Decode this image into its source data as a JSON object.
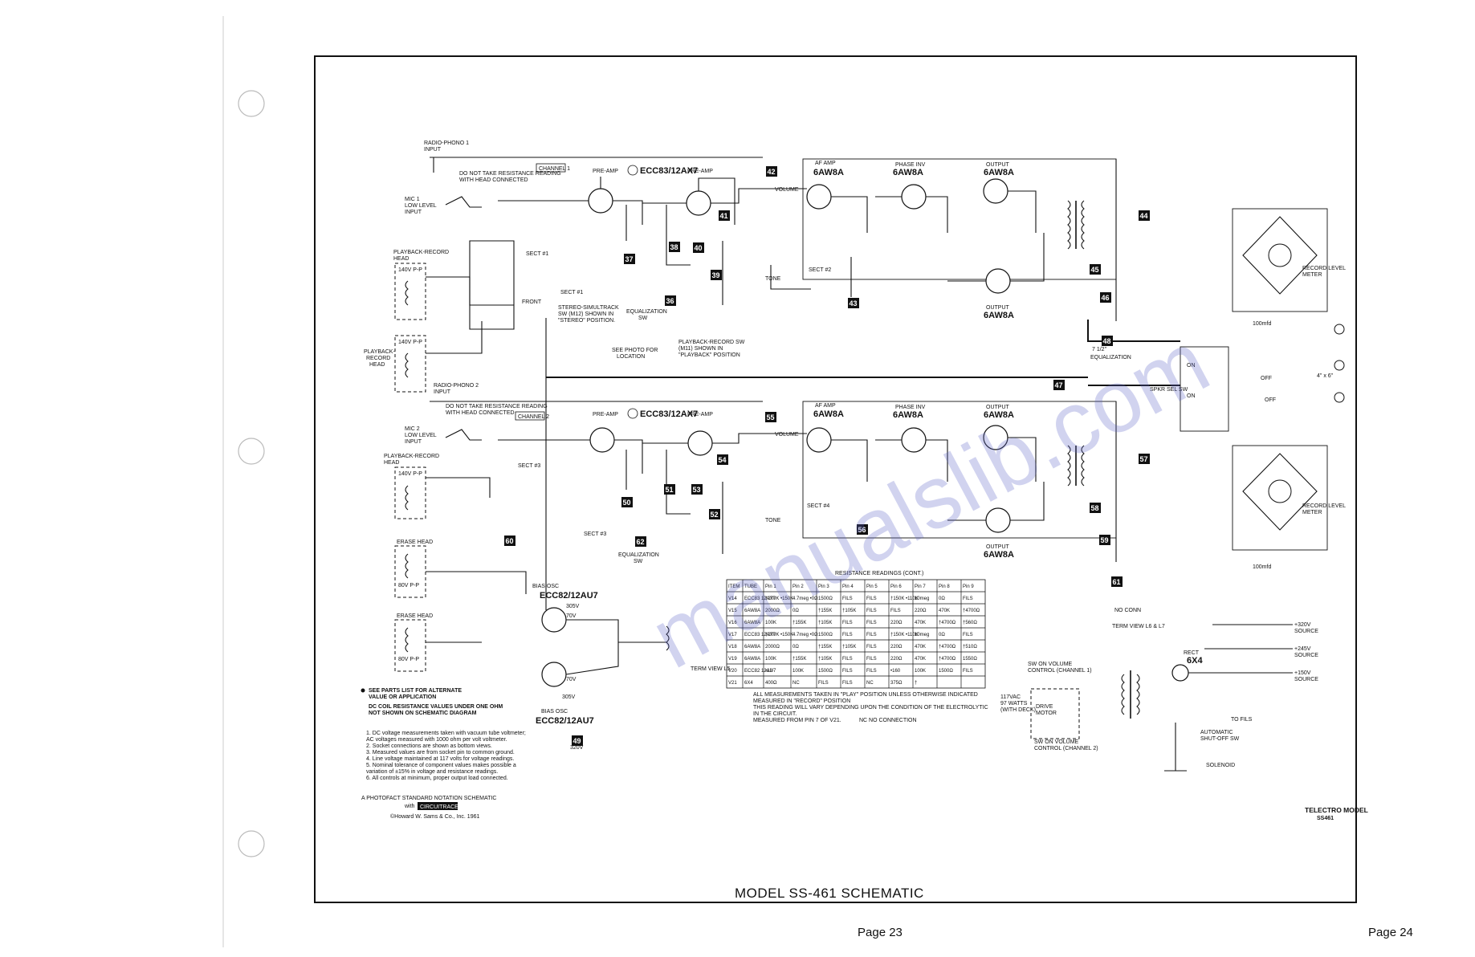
{
  "frame_title": "MODEL SS-461 SCHEMATIC",
  "page_left": "Page 23",
  "page_right": "Page 24",
  "model_label": "TELECTRO MODEL",
  "model_number": "SS461",
  "watermark": "manualslib.com",
  "channel1": {
    "input_radio": "RADIO-PHONO 1",
    "input_radio2": "INPUT",
    "mic_label": "MIC 1",
    "mic_label2": "LOW LEVEL",
    "mic_label3": "INPUT",
    "warn1": "DO NOT TAKE RESISTANCE READING",
    "warn2": "WITH HEAD CONNECTED",
    "channel_tag": "CHANNEL 1",
    "preamp1": "PRE-AMP",
    "preamp_tube": "ECC83/12AX7",
    "preamp2": "PRE-AMP",
    "af_amp": "AF AMP",
    "af_tube": "6AW8A",
    "phase_inv": "PHASE INV",
    "phase_tube": "6AW8A",
    "output": "OUTPUT",
    "output_tube": "6AW8A",
    "volume": "VOLUME",
    "tone": "TONE",
    "pb_head": "PLAYBACK-RECORD",
    "pb_head2": "HEAD",
    "pb_volt": "140V P-P",
    "front": "FRONT",
    "sect1": "SECT #1",
    "sect2": "SECT #2",
    "equalization": "EQUALIZATION",
    "sw": "SW",
    "stereo_note1": "STEREO-SIMULTRACK",
    "stereo_note2": "SW (M12) SHOWN IN",
    "stereo_note3": "\"STEREO\" POSITION.",
    "photo_note1": "SEE PHOTO FOR",
    "photo_note2": "LOCATION",
    "pbsw_note1": "PLAYBACK-RECORD SW",
    "pbsw_note2": "(M11) SHOWN IN",
    "pbsw_note3": "\"PLAYBACK\" POSITION",
    "record_meter": "RECORD LEVEL",
    "record_meter2": "METER",
    "speeds": "7 1/2\"",
    "eq_sw": "EQUALIZATION",
    "cap": "100mfd"
  },
  "channel2": {
    "input_radio": "RADIO-PHONO 2",
    "input_radio2": "INPUT",
    "mic_label": "MIC 2",
    "mic_label2": "LOW LEVEL",
    "mic_label3": "INPUT",
    "warn1": "DO NOT TAKE RESISTANCE READING",
    "warn2": "WITH HEAD CONNECTED",
    "channel_tag": "CHANNEL 2",
    "preamp1": "PRE-AMP",
    "preamp_tube": "ECC83/12AX7",
    "preamp2": "PRE-AMP",
    "af_amp": "AF AMP",
    "af_tube": "6AW8A",
    "phase_inv": "PHASE INV",
    "phase_tube": "6AW8A",
    "output": "OUTPUT",
    "output_tube": "6AW8A",
    "volume": "VOLUME",
    "tone": "TONE",
    "pb_head": "PLAYBACK-RECORD",
    "pb_head2": "HEAD",
    "pb_volt": "140V P-P",
    "sect3": "SECT #3",
    "sect4": "SECT #4",
    "equalization": "EQUALIZATION",
    "sw": "SW",
    "record_meter": "RECORD LEVEL",
    "record_meter2": "METER",
    "cap": "100mfd"
  },
  "playback_head_side": "PLAYBACK-",
  "playback_head_side2": "RECORD",
  "playback_head_side3": "HEAD",
  "erase_head": "ERASE HEAD",
  "erase_volt": "80V P-P",
  "bias_osc": "BIAS OSC",
  "bias_tube": "ECC82/12AU7",
  "bias_v1": "305V",
  "bias_v2": "70V",
  "bias_v3": "320V",
  "speaker_sw": "SPKR SEL SW",
  "speaker_on": "ON",
  "speaker_off": "OFF",
  "speaker_size": "4\" x 6\"",
  "no_conn": "NO CONN",
  "term_view": "TERM VIEW L6 & L7",
  "term_view_l5": "TERM VIEW L5",
  "power": {
    "rect": "RECT",
    "rect_tube": "6X4",
    "src320": "+320V",
    "src320b": "SOURCE",
    "src245": "+245V",
    "src245b": "SOURCE",
    "src150": "+150V",
    "src150b": "SOURCE",
    "mains": "117VAC",
    "mains2": "97 WATTS",
    "mains3": "(WITH DECK)",
    "drive_motor": "DRIVE",
    "drive_motor2": "MOTOR",
    "sw_vol1": "SW ON VOLUME",
    "sw_vol1b": "CONTROL (CHANNEL 1)",
    "sw_vol2": "SW ON VOLUME",
    "sw_vol2b": "CONTROL (CHANNEL 2)",
    "to_fils": "TO FILS",
    "auto_shutoff": "AUTOMATIC",
    "auto_shutoff2": "SHUT-OFF SW",
    "solenoid": "SOLENOID"
  },
  "resistance_table": {
    "title": "RESISTANCE READINGS (CONT.)",
    "headers": [
      "ITEM",
      "TUBE",
      "Pin 1",
      "Pin 2",
      "Pin 3",
      "Pin 4",
      "Pin 5",
      "Pin 6",
      "Pin 7",
      "Pin 8",
      "Pin 9"
    ],
    "rows": [
      [
        "V14",
        "ECC83 12AX7",
        "†270K •150K",
        "4.7meg •0Ω",
        "1500Ω",
        "FILS",
        "FILS",
        "†150K •110K",
        "10meg",
        "0Ω",
        "FILS"
      ],
      [
        "V15",
        "6AW8A",
        "2000Ω",
        "0Ω",
        "†155K",
        "†105K",
        "FILS",
        "FILS",
        "220Ω",
        "470K",
        "†4700Ω"
      ],
      [
        "V16",
        "6AW8A",
        "100K",
        "†155K",
        "†105K",
        "FILS",
        "FILS",
        "220Ω",
        "470K",
        "†4700Ω",
        "†560Ω"
      ],
      [
        "V17",
        "ECC83 12AX7",
        "†270K •150K",
        "4.7meg •0Ω",
        "1500Ω",
        "FILS",
        "FILS",
        "†150K •110K",
        "10meg",
        "0Ω",
        "FILS"
      ],
      [
        "V18",
        "6AW8A",
        "2000Ω",
        "0Ω",
        "†155K",
        "†105K",
        "FILS",
        "220Ω",
        "470K",
        "†4700Ω",
        "†510Ω"
      ],
      [
        "V19",
        "6AW8A",
        "100K",
        "†155K",
        "†105K",
        "FILS",
        "FILS",
        "220Ω",
        "470K",
        "†4700Ω",
        "1550Ω"
      ],
      [
        "V20",
        "ECC82 12AU7",
        "•13",
        "100K",
        "1500Ω",
        "FILS",
        "FILS",
        "•160",
        "100K",
        "1500Ω",
        "FILS"
      ],
      [
        "V21",
        "6X4",
        "400Ω",
        "NC",
        "FILS",
        "FILS",
        "NC",
        "375Ω",
        "†",
        "",
        ""
      ]
    ],
    "notes": [
      "ALL MEASUREMENTS TAKEN IN \"PLAY\" POSITION UNLESS OTHERWISE INDICATED",
      "MEASURED IN \"RECORD\" POSITION",
      "THIS READING WILL VARY DEPENDING UPON THE CONDITION OF THE ELECTROLYTIC",
      "IN THE CIRCUIT.",
      "MEASURED FROM PIN 7 OF V21.",
      "NC NO CONNECTION"
    ]
  },
  "left_notes": {
    "parts_note1": "SEE PARTS LIST FOR ALTERNATE",
    "parts_note2": "VALUE OR APPLICATION",
    "coil_note1": "DC COIL RESISTANCE VALUES UNDER ONE OHM",
    "coil_note2": "NOT SHOWN ON SCHEMATIC DIAGRAM",
    "items": [
      "1.  DC voltage measurements taken with vacuum tube voltmeter;",
      "     AC voltages measured with 1000 ohm per volt voltmeter.",
      "2.  Socket connections are shown as bottom views.",
      "3.  Measured values are from socket pin to common ground.",
      "4.  Line voltage maintained at 117 volts for voltage readings.",
      "5.  Nominal tolerance of component values makes possible a",
      "     variation of ±15% in voltage and resistance readings.",
      "6.  All controls at minimum, proper output load connected."
    ],
    "photofact1": "A PHOTOFACT STANDARD NOTATION SCHEMATIC",
    "photofact2": "with",
    "circuitrace": "CIRCUITRACE",
    "copyright": "©Howard W. Sams & Co., Inc. 1961"
  },
  "step_badges": [
    "36",
    "37",
    "38",
    "39",
    "40",
    "41",
    "42",
    "43",
    "44",
    "45",
    "46",
    "47",
    "48",
    "49",
    "50",
    "51",
    "52",
    "53",
    "54",
    "55",
    "56",
    "57",
    "58",
    "59",
    "60",
    "61",
    "62"
  ]
}
